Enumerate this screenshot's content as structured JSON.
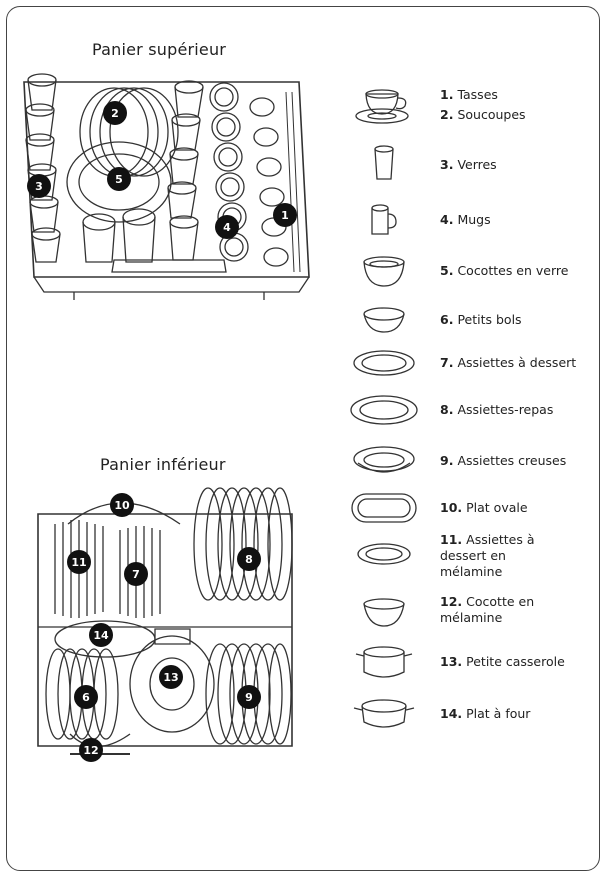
{
  "upper_basket": {
    "title": "Panier supérieur",
    "markers": [
      "1",
      "2",
      "3",
      "4",
      "5"
    ]
  },
  "lower_basket": {
    "title": "Panier inférieur",
    "markers": [
      "6",
      "7",
      "8",
      "9",
      "10",
      "11",
      "12",
      "13",
      "14"
    ]
  },
  "legend": [
    {
      "num": "1.",
      "label": "Tasses",
      "icon": "cup-icon"
    },
    {
      "num": "2.",
      "label": "Soucoupes",
      "icon": "saucer-icon"
    },
    {
      "num": "3.",
      "label": "Verres",
      "icon": "glass-icon"
    },
    {
      "num": "4.",
      "label": "Mugs",
      "icon": "mug-icon"
    },
    {
      "num": "5.",
      "label": "Cocottes en verre",
      "icon": "glass-bowl-icon"
    },
    {
      "num": "6.",
      "label": "Petits bols",
      "icon": "small-bowl-icon"
    },
    {
      "num": "7.",
      "label": "Assiettes à dessert",
      "icon": "dessert-plate-icon"
    },
    {
      "num": "8.",
      "label": "Assiettes-repas",
      "icon": "dinner-plate-icon"
    },
    {
      "num": "9.",
      "label": "Assiettes creuses",
      "icon": "soup-plate-icon"
    },
    {
      "num": "10.",
      "label": "Plat ovale",
      "icon": "oval-dish-icon"
    },
    {
      "num": "11.",
      "label": "Assiettes à dessert en mélamine",
      "icon": "melamine-plate-icon"
    },
    {
      "num": "12.",
      "label": "Cocotte en mélamine",
      "icon": "melamine-bowl-icon"
    },
    {
      "num": "13.",
      "label": "Petite casserole",
      "icon": "small-pot-icon"
    },
    {
      "num": "14.",
      "label": "Plat à four",
      "icon": "oven-dish-icon"
    }
  ]
}
